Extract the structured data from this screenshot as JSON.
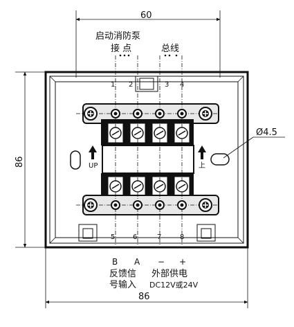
{
  "dimensions": {
    "top_width": "60",
    "bottom_width": "86",
    "left_height": "86",
    "hole_diameter": "Ø4.5"
  },
  "top_labels": {
    "start_pump": "启动消防泵",
    "contact": "接  点",
    "bus": "总线"
  },
  "terminal_numbers": {
    "t1": "1",
    "t2": "2",
    "t3": "3",
    "t4": "4",
    "t5": "5",
    "t6": "6",
    "t7": "7",
    "t8": "8"
  },
  "side_labels": {
    "up_en": "UP",
    "up_cn": "上"
  },
  "bottom_labels": {
    "b": "B",
    "a": "A",
    "minus": "−",
    "plus": "+",
    "feedback_line1": "反馈信",
    "feedback_line2": "号输入",
    "power_line1": "外部供电",
    "power_line2": "DC12V或24V"
  }
}
